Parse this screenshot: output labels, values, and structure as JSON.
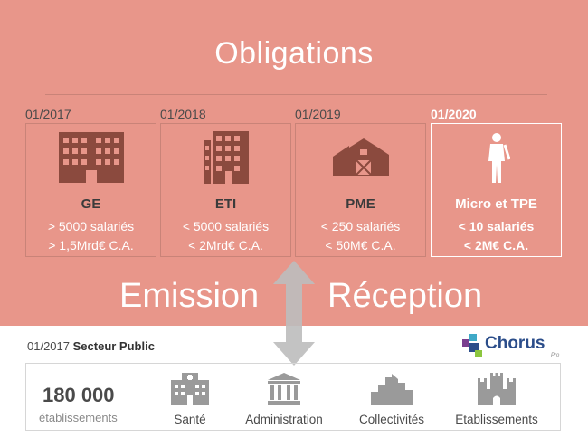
{
  "title": "Obligations",
  "columns": [
    {
      "date": "01/2017",
      "name": "GE",
      "line1": "> 5000 salariés",
      "line2": "> 1,5Mrd€ C.A.",
      "icon": "office-building-icon"
    },
    {
      "date": "01/2018",
      "name": "ETI",
      "line1": "< 5000 salariés",
      "line2": "< 2Mrd€ C.A.",
      "icon": "building-icon"
    },
    {
      "date": "01/2019",
      "name": "PME",
      "line1": "< 250 salariés",
      "line2": "< 50M€ C.A.",
      "icon": "barn-icon"
    },
    {
      "date": "01/2020",
      "name": "Micro et TPE",
      "line1": "< 10 salariés",
      "line2": "< 2M€ C.A.",
      "icon": "worker-icon"
    }
  ],
  "emission": "Emission",
  "reception": "Réception",
  "public_sector": {
    "date": "01/2017",
    "label": "Secteur Public"
  },
  "logo": {
    "name": "Chorus",
    "sub": "Pro"
  },
  "count": {
    "value": "180 000",
    "label": "établissements"
  },
  "categories": [
    {
      "label": "Santé",
      "icon": "hospital-icon"
    },
    {
      "label": "Administration",
      "icon": "government-building-icon"
    },
    {
      "label": "Collectivités",
      "icon": "city-icon"
    },
    {
      "label": "Etablissements",
      "icon": "castle-icon"
    }
  ],
  "colors": {
    "background": "#e8968a",
    "icon_dark": "#8b4a3e",
    "icon_grey": "#9a9a9a",
    "logo_blue": "#2b4d8a"
  }
}
